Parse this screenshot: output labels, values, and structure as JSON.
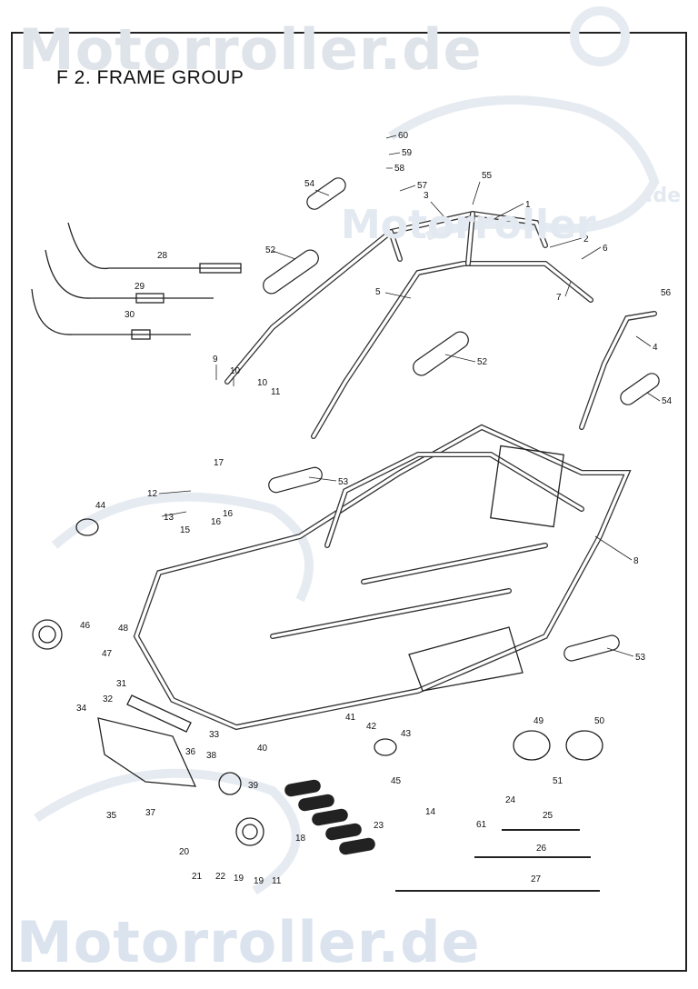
{
  "watermark": {
    "text": "Motorroller.de",
    "mid_text": "Motorroller",
    "mid_suffix": ".de"
  },
  "title": "F 2.  FRAME GROUP",
  "colors": {
    "line": "#222222",
    "watermark": "#dfe4ea",
    "background": "#ffffff"
  },
  "callouts": [
    "1",
    "2",
    "3",
    "4",
    "5",
    "6",
    "7",
    "8",
    "9",
    "10",
    "10",
    "11",
    "12",
    "13",
    "14",
    "15",
    "16",
    "16",
    "17",
    "18",
    "19",
    "19",
    "11",
    "20",
    "21",
    "22",
    "23",
    "24",
    "25",
    "26",
    "27",
    "28",
    "29",
    "30",
    "31",
    "32",
    "33",
    "34",
    "35",
    "36",
    "37",
    "38",
    "39",
    "40",
    "41",
    "42",
    "43",
    "44",
    "45",
    "46",
    "47",
    "48",
    "49",
    "50",
    "51",
    "52",
    "52",
    "53",
    "53",
    "54",
    "54",
    "55",
    "56",
    "57",
    "58",
    "59",
    "60",
    "61"
  ]
}
